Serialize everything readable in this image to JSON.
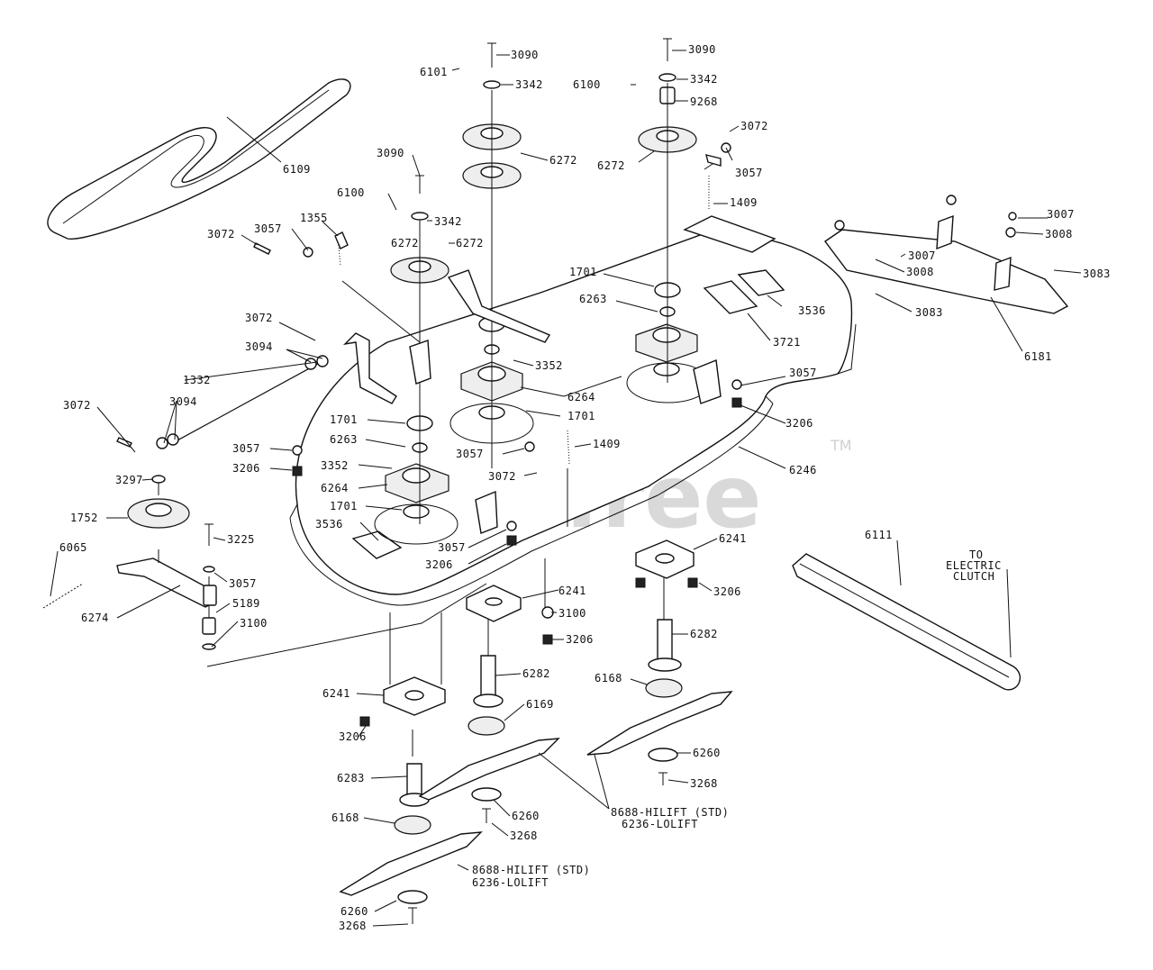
{
  "watermark": {
    "text": "PartsTree",
    "tm": "TM"
  },
  "notes": {
    "to_clutch_line1": "TO",
    "to_clutch_line2": "ELECTRIC",
    "to_clutch_line3": "CLUTCH"
  },
  "callouts": [
    "3090",
    "3342",
    "6101",
    "6272",
    "3090",
    "3342",
    "6100",
    "9268",
    "6272",
    "3072",
    "3057",
    "6109",
    "3090",
    "6100",
    "3342",
    "6272",
    "1409",
    "3072",
    "3057",
    "1355",
    "1701",
    "6263",
    "3536",
    "3721",
    "3007",
    "3008",
    "3007",
    "3008",
    "3083",
    "3083",
    "6181",
    "3072",
    "3094",
    "3352",
    "6264",
    "1332",
    "3072",
    "3094",
    "1701",
    "3057",
    "3206",
    "6263",
    "3352",
    "6264",
    "3057",
    "1409",
    "6246",
    "3072",
    "3057",
    "3206",
    "1701",
    "3536",
    "3297",
    "1752",
    "3225",
    "6065",
    "3057",
    "6274",
    "5189",
    "3100",
    "3057",
    "3206",
    "6241",
    "6241",
    "3206",
    "3100",
    "3206",
    "6111",
    "6282",
    "6241",
    "6282",
    "6168",
    "3206",
    "6169",
    "6260",
    "3268",
    "6283",
    "6168",
    "6260",
    "3268",
    "8688-HILIFT (STD)",
    "6236-LOLIFT",
    "8688-HILIFT (STD)",
    "6236-LOLIFT",
    "6260",
    "3268",
    "1701",
    "6272"
  ]
}
